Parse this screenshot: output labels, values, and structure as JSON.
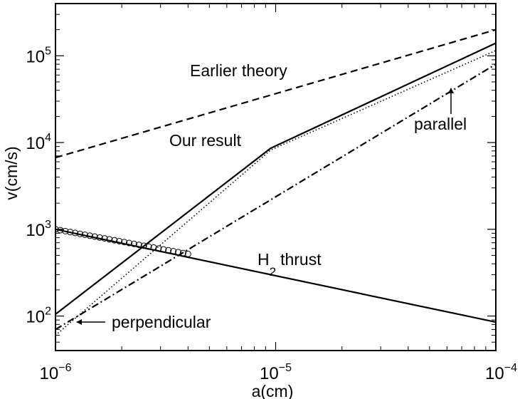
{
  "chart_data": {
    "type": "line",
    "title": "",
    "xlabel": "a(cm)",
    "ylabel": "v(cm/s)",
    "xscale": "log",
    "yscale": "log",
    "xlim": [
      1e-06,
      0.0001
    ],
    "ylim": [
      40,
      400000
    ],
    "grid": false,
    "x_ticks": [
      {
        "base": "10",
        "exp": "−6",
        "value": 1e-06
      },
      {
        "base": "10",
        "exp": "−5",
        "value": 1e-05
      },
      {
        "base": "10",
        "exp": "−4",
        "value": 0.0001
      }
    ],
    "y_ticks": [
      {
        "base": "10",
        "exp": "2",
        "value": 100
      },
      {
        "base": "10",
        "exp": "3",
        "value": 1000
      },
      {
        "base": "10",
        "exp": "4",
        "value": 10000
      },
      {
        "base": "10",
        "exp": "5",
        "value": 100000
      }
    ],
    "series": [
      {
        "name": "Earlier theory",
        "style": "dashed",
        "x": [
          1e-06,
          0.0001
        ],
        "y": [
          6700,
          200000
        ]
      },
      {
        "name": "Our result",
        "style": "solid",
        "x": [
          1e-06,
          9.5e-06,
          0.0001
        ],
        "y": [
          105,
          8600,
          140000
        ]
      },
      {
        "name": "",
        "style": "dotted",
        "x": [
          1e-06,
          9.5e-06,
          0.0001
        ],
        "y": [
          60,
          8200,
          115000
        ]
      },
      {
        "name": "",
        "style": "dashdot",
        "x": [
          1e-06,
          0.0001
        ],
        "y": [
          70,
          80000
        ]
      },
      {
        "name": "H2 thrust",
        "style": "solid",
        "x": [
          1e-06,
          0.0001
        ],
        "y": [
          1000,
          85
        ]
      },
      {
        "name": "",
        "style": "circles",
        "x": [
          1e-06,
          4e-06
        ],
        "y": [
          1000,
          520
        ],
        "count": 28
      }
    ],
    "annotations": [
      {
        "text": "Earlier theory"
      },
      {
        "text": "Our result"
      },
      {
        "text": "parallel"
      },
      {
        "text": "perpendicular"
      },
      {
        "text": "H",
        "sub": "2",
        "suffix": "thrust"
      }
    ],
    "colors": {
      "line": "#000000",
      "background": "#ffffff"
    }
  }
}
